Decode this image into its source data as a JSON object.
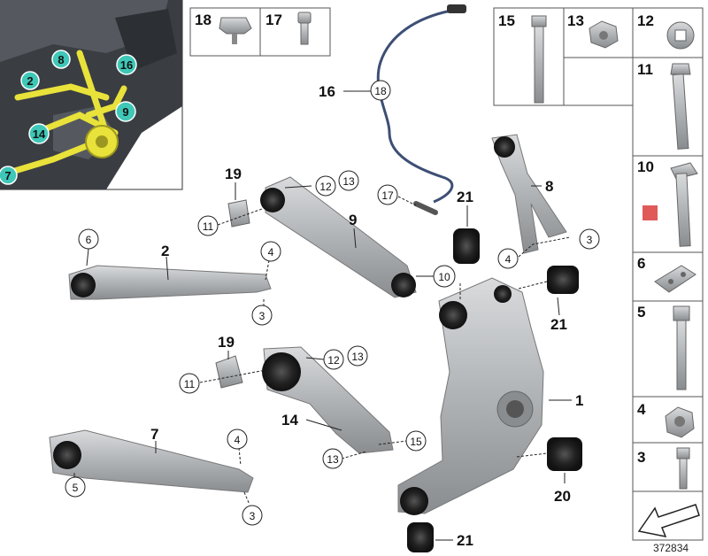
{
  "diagram_id": "372834",
  "inset_labels": [
    "8",
    "16",
    "2",
    "9",
    "14",
    "7"
  ],
  "side_panel_labels": [
    "15",
    "13",
    "12",
    "11",
    "10",
    "6",
    "5",
    "4",
    "3"
  ],
  "top_panel_labels": [
    "18",
    "17"
  ],
  "callouts": {
    "n16": "16",
    "n18": "18",
    "n17": "17",
    "n21a": "21",
    "n8": "8",
    "n3a": "3",
    "n4a": "4",
    "n19a": "19",
    "n12a": "12",
    "n13a": "13",
    "n11a": "11",
    "n9": "9",
    "n6": "6",
    "n2": "2",
    "n4b": "4",
    "n3b": "3",
    "n10": "10",
    "n21b": "21",
    "n1": "1",
    "n19b": "19",
    "n11b": "11",
    "n12b": "12",
    "n13b": "13",
    "n14": "14",
    "n15": "15",
    "n13c": "13",
    "n7": "7",
    "n4c": "4",
    "n5": "5",
    "n3c": "3",
    "n20": "20",
    "n21c": "21"
  },
  "colors": {
    "part": "#b4b7ba",
    "part_dark": "#7e8286",
    "bushing": "#2a2a2a",
    "inset_yellow": "#e8e23a",
    "inset_teal": "#3fc7b7",
    "marker_red": "#e05a5a"
  }
}
